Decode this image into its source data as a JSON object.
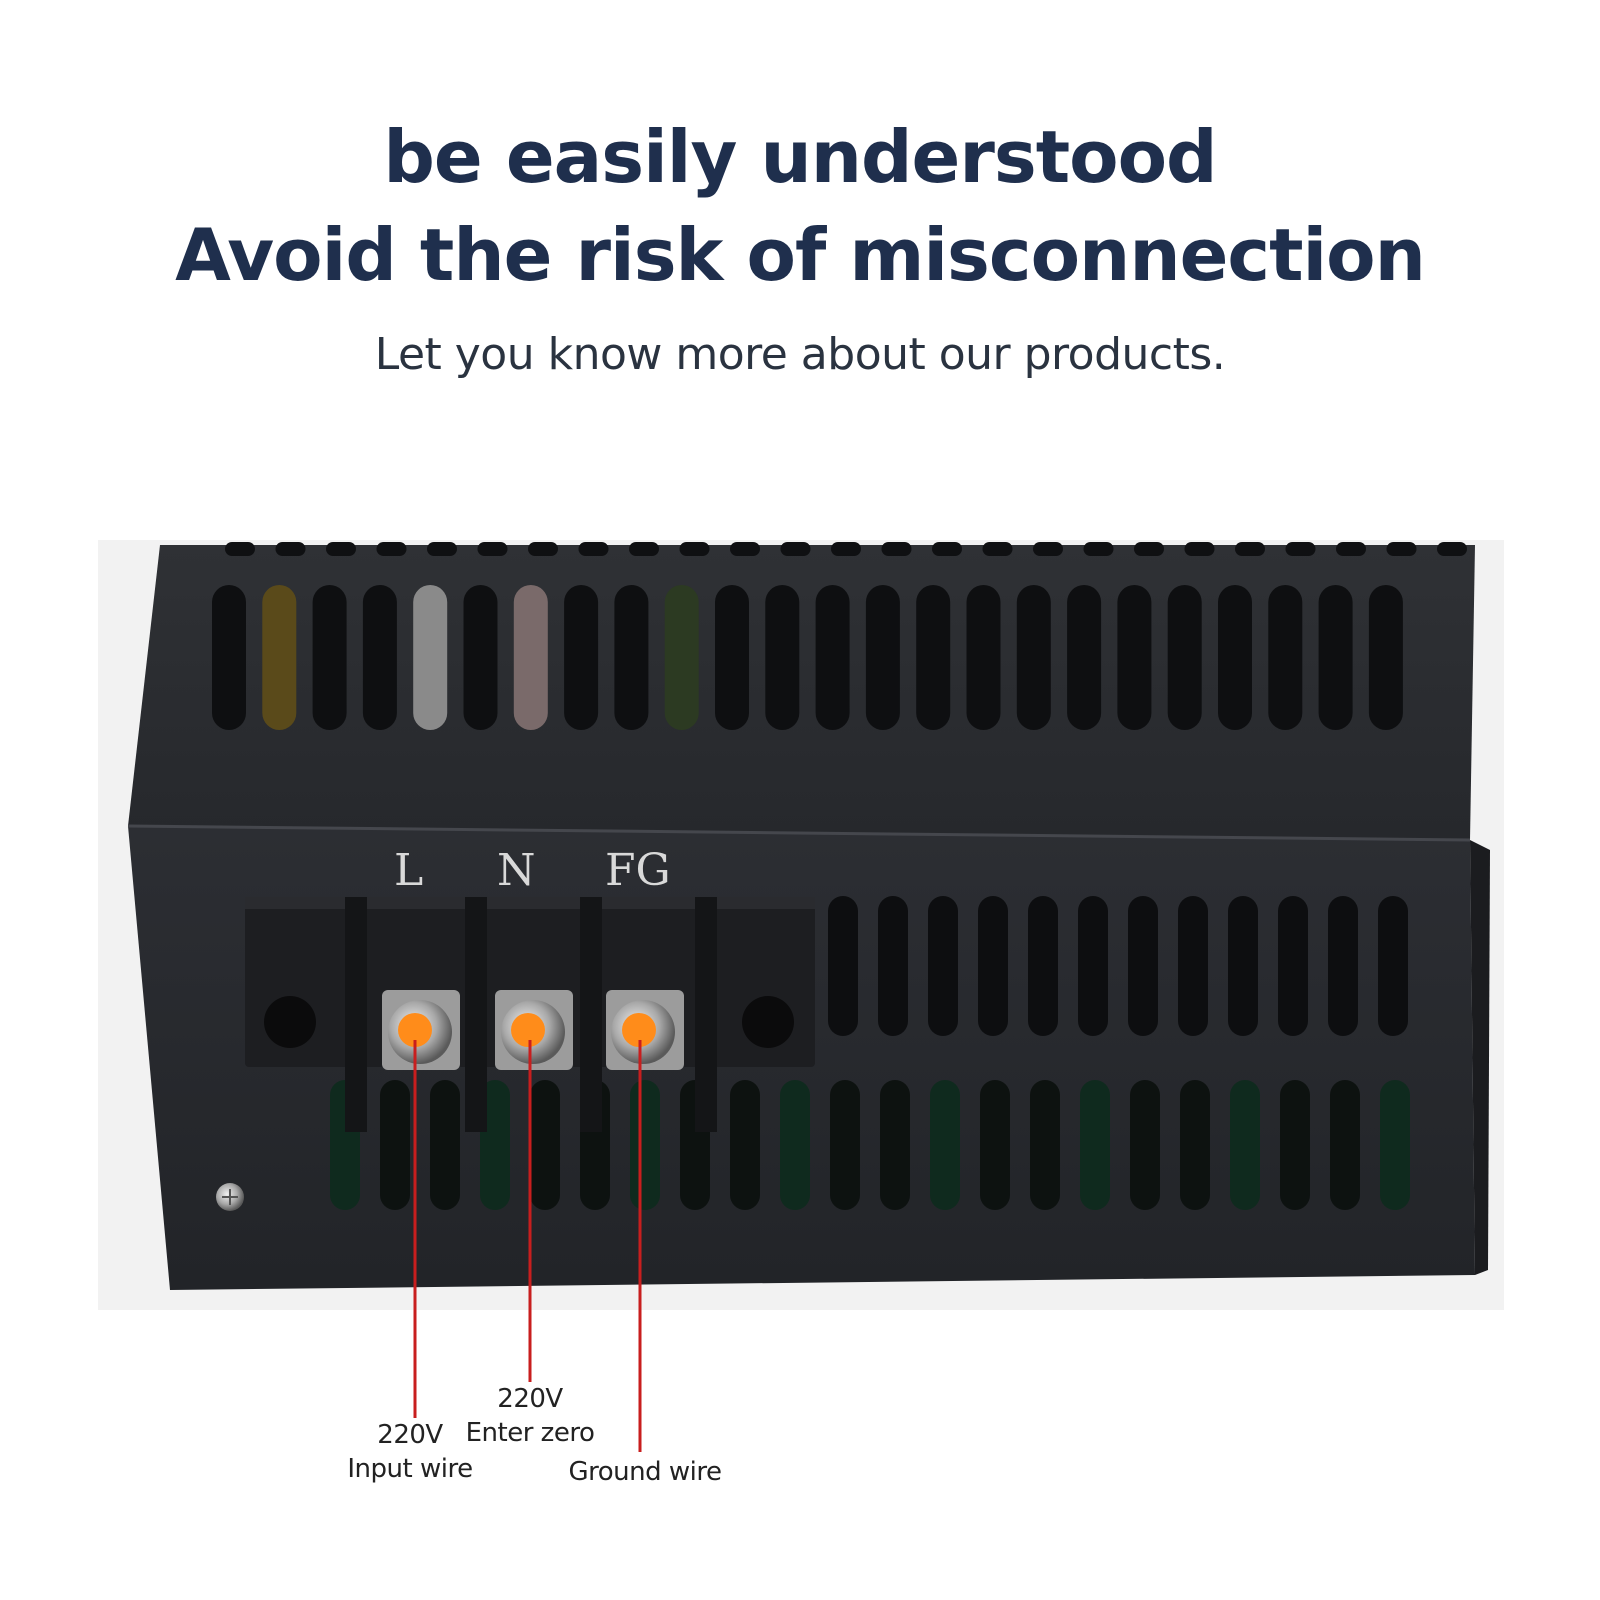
{
  "headline": {
    "line1": "be easily understood",
    "line2": "Avoid the risk of misconnection",
    "subtitle": "Let you know more about our products."
  },
  "terminals": [
    {
      "letter": "L",
      "line1": "220V",
      "line2": "Input wire"
    },
    {
      "letter": "N",
      "line1": "220V",
      "line2": "Enter zero"
    },
    {
      "letter": "FG",
      "line1": "Ground wire"
    }
  ],
  "colors": {
    "headline": "#1f2f4d",
    "case": "#2b2d31",
    "terminal_marker": "#ff8c1a",
    "leader_line": "#c81e1e"
  }
}
